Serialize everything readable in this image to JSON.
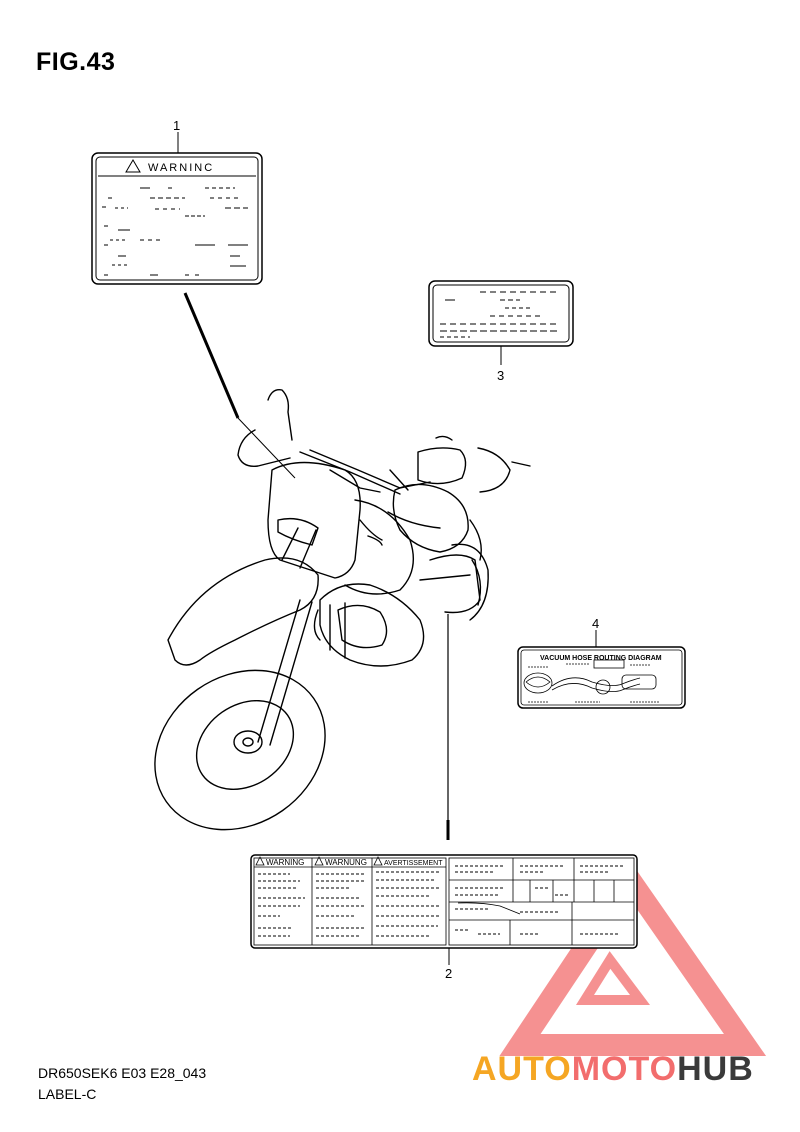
{
  "figure": {
    "title": "FIG.43",
    "code": "DR650SEK6 E03 E28_043",
    "name": "LABEL-C"
  },
  "callouts": [
    {
      "number": "1"
    },
    {
      "number": "2"
    },
    {
      "number": "3"
    },
    {
      "number": "4"
    }
  ],
  "labels": {
    "label1_heading": "WARNINC",
    "label2_headings": [
      "WARNING",
      "WARNUNG",
      "AVERTISSEMENT"
    ],
    "label4_heading": "VACUUM HOSE ROUTING DIAGRAM"
  },
  "watermark": {
    "part1": "AUTO",
    "part2": "MOTO",
    "part3": "HUB",
    "colors": {
      "auto": "#f5a623",
      "moto": "#f26d6d",
      "hub": "#3a3a3a",
      "triangle": "#f26d6d"
    }
  }
}
